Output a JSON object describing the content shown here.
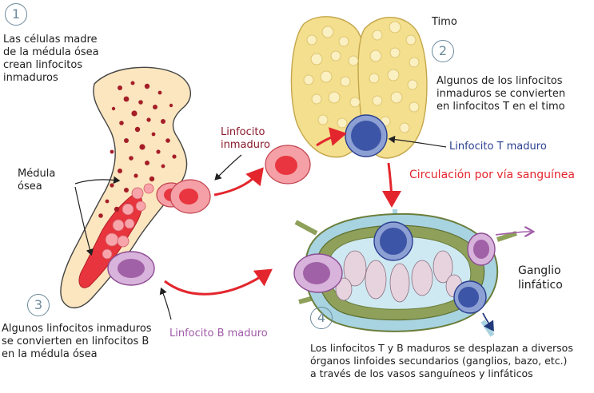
{
  "steps": [
    {
      "number": "1",
      "text": [
        "Las células madre",
        "de la médula ósea",
        "crean linfocitos",
        "inmaduros"
      ]
    },
    {
      "number": "2",
      "text": [
        "Algunos de los linfocitos",
        "inmaduros se convierten",
        "en linfocitos T en el timo"
      ]
    },
    {
      "number": "3",
      "text": [
        "Algunos linfocitos inmaduros",
        "se convierten en linfocitos B",
        "en la médula ósea"
      ]
    },
    {
      "number": "4",
      "text": [
        "Los linfocitos T y B maduros se desplazan a diversos",
        "órganos linfoides secundarios (ganglios, bazo, etc.)",
        "a través de los vasos sanguíneos y linfáticos"
      ]
    }
  ],
  "labels": {
    "timo": "Timo",
    "medula": [
      "Médula",
      "ósea"
    ],
    "linfocito_inmaduro": [
      "Linfocito",
      "inmaduro"
    ],
    "linfocito_t": "Linfocito T maduro",
    "linfocito_b": "Linfocito B maduro",
    "circulacion": "Circulación por vía sanguínea",
    "ganglio": [
      "Ganglio",
      "linfático"
    ]
  },
  "colors": {
    "immature_cell": "#f06a74",
    "t_cell": "#3d55a6",
    "b_cell": "#b77bb8",
    "blood_arrow": "#e3262d",
    "thymus": "#f3df8e",
    "bone": "#fbe6bf",
    "lymph_node": "#8ea05a"
  }
}
